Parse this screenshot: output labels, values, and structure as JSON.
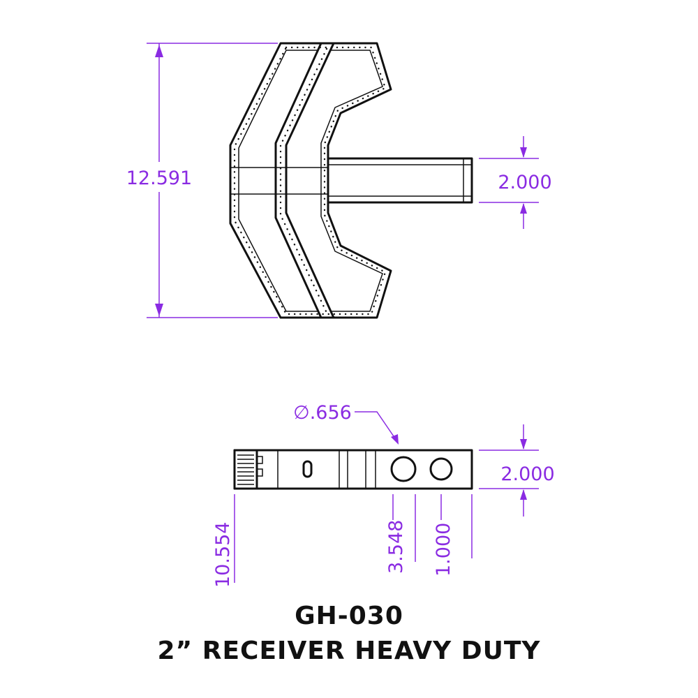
{
  "top_view": {
    "dim_height": "12.591",
    "dim_receiver": "2.000"
  },
  "side_view": {
    "dim_hole_dia": "∅.656",
    "dim_height": "2.000",
    "dim_length": "10.554",
    "dim_hole1": "3.548",
    "dim_hole2": "1.000"
  },
  "title": {
    "model": "GH-030",
    "description": "2” RECEIVER HEAVY DUTY"
  },
  "colors": {
    "dimension": "#8a2be2",
    "outline": "#111111"
  }
}
